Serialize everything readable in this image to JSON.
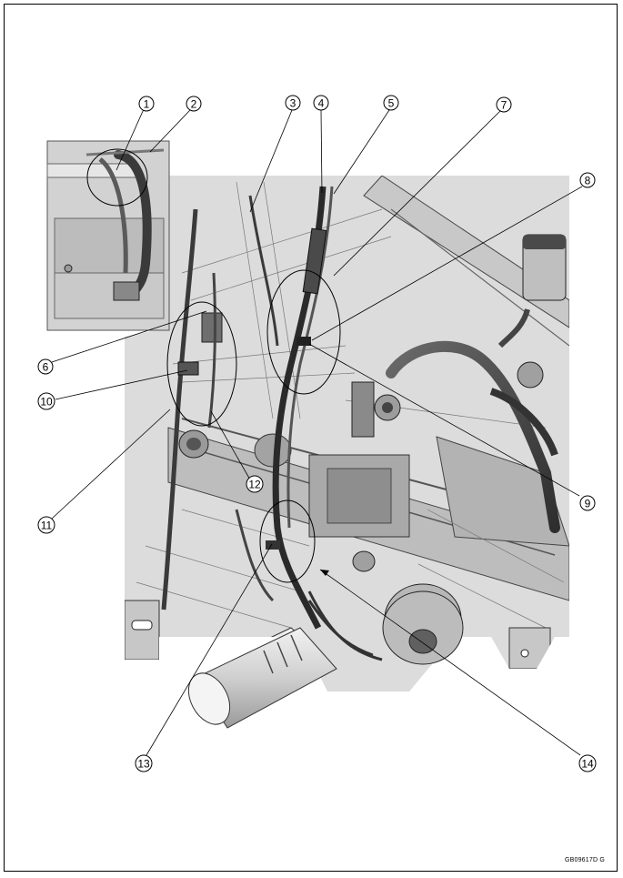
{
  "callouts": [
    {
      "label": "1"
    },
    {
      "label": "2"
    },
    {
      "label": "3"
    },
    {
      "label": "4"
    },
    {
      "label": "5"
    },
    {
      "label": "7"
    },
    {
      "label": "8"
    },
    {
      "label": "6"
    },
    {
      "label": "10"
    },
    {
      "label": "11"
    },
    {
      "label": "12"
    },
    {
      "label": "9"
    },
    {
      "label": "13"
    },
    {
      "label": "14"
    }
  ],
  "figure_ref": "GB09617D  G"
}
